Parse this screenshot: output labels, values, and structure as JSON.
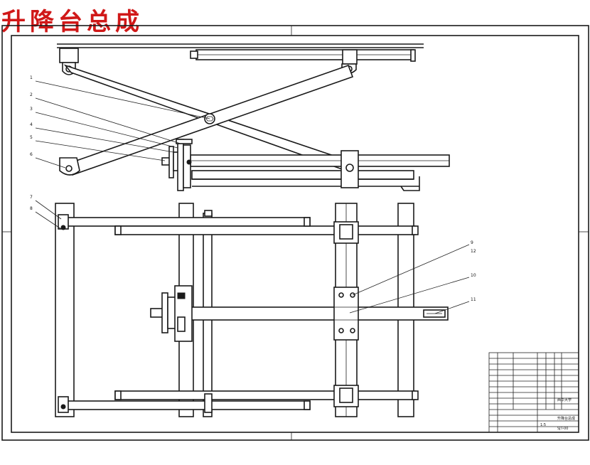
{
  "title": "升降台总成",
  "colors": {
    "title": "#d01818",
    "line": "#1a1a1a"
  },
  "leaders": [
    "1",
    "2",
    "3",
    "4",
    "5",
    "6",
    "7",
    "8",
    "9",
    "10",
    "11",
    "12"
  ],
  "title_block": {
    "drawing_name": "升降台总成",
    "unit": "西华大学",
    "scale": "1:5",
    "number": "SJT-00"
  }
}
